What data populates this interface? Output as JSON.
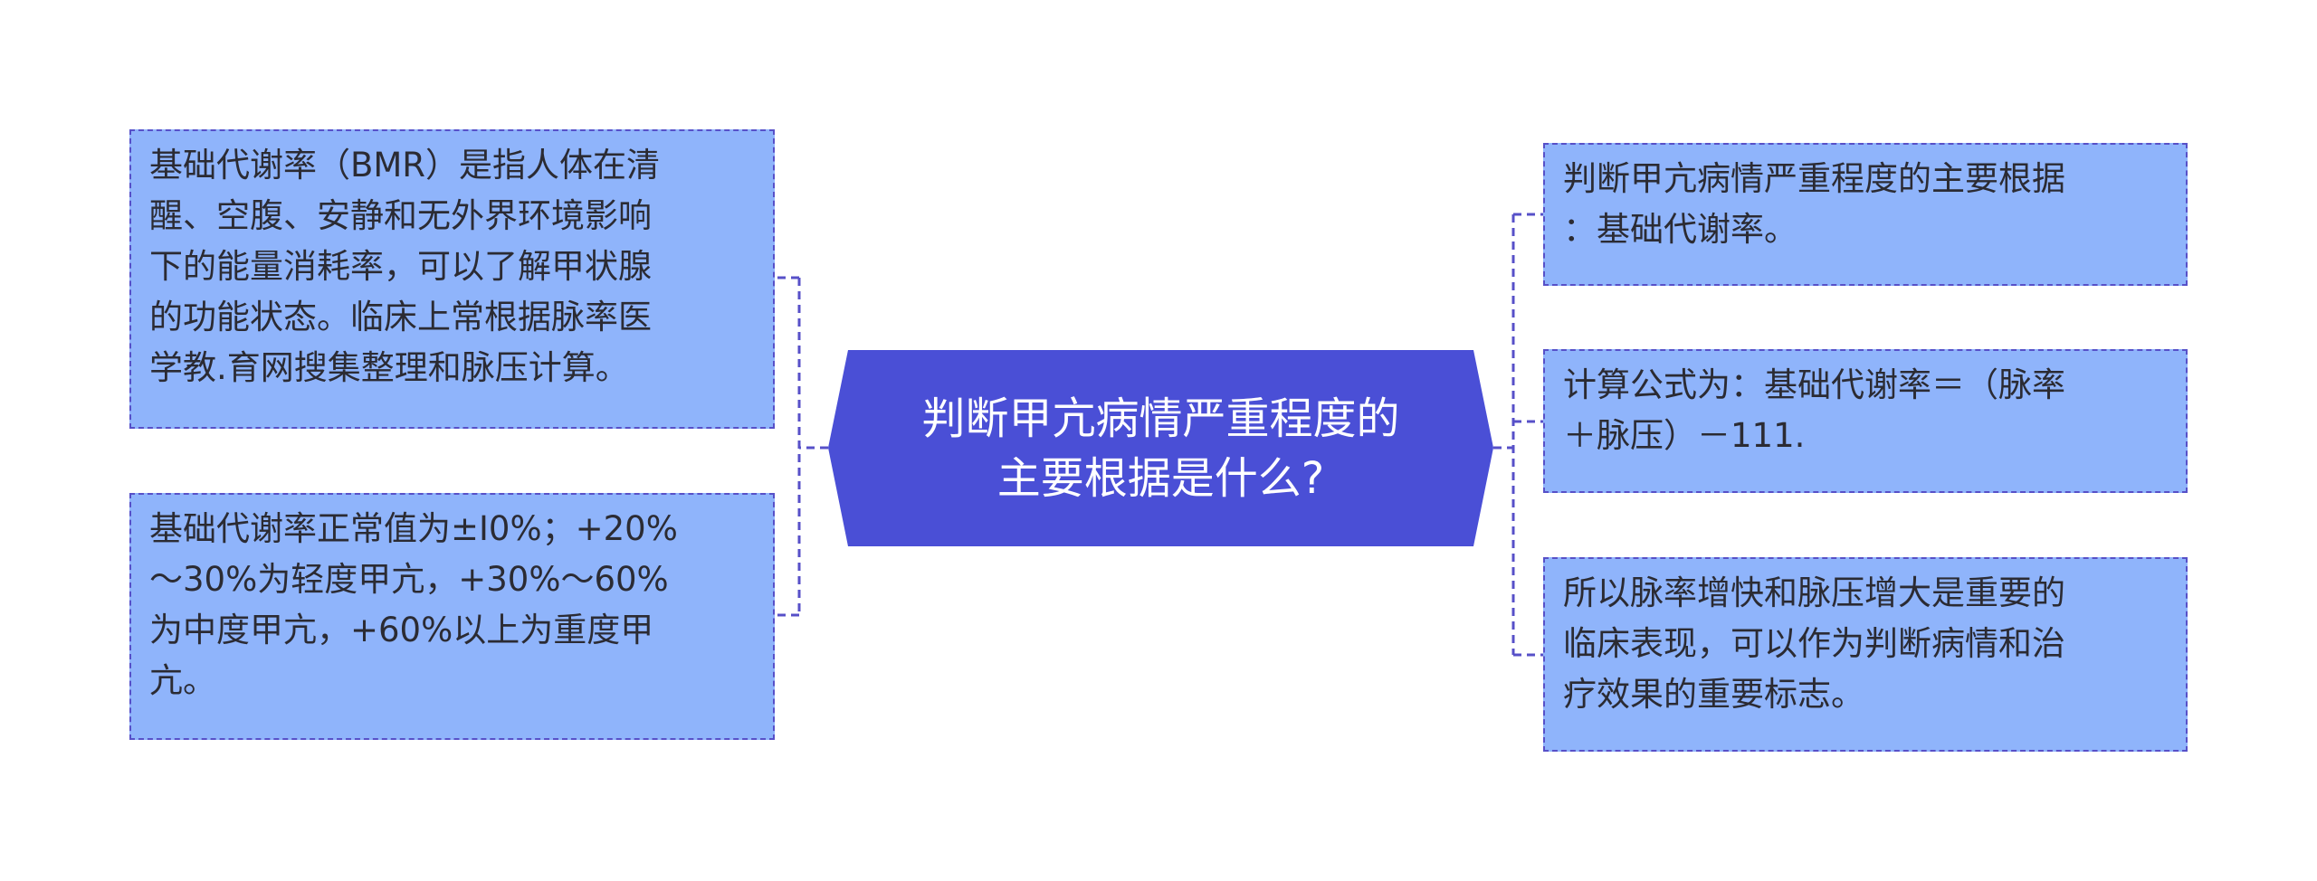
{
  "colors": {
    "center_fill": "#4a4fd6",
    "box_fill": "#8fb4fb",
    "box_border": "#5750c8",
    "connector": "#5750c8",
    "text": "#2b2b33",
    "center_text": "#ffffff"
  },
  "center": {
    "text": "判断甲亢病情严重程度的\n主要根据是什么?"
  },
  "left": [
    {
      "text": "基础代谢率（BMR）是指人体在清\n醒、空腹、安静和无外界环境影响\n下的能量消耗率，可以了解甲状腺\n的功能状态。临床上常根据脉率医\n学教.育网搜集整理和脉压计算。"
    },
    {
      "text": "基础代谢率正常值为±I0%；+20%\n～30%为轻度甲亢，+30%～60%\n为中度甲亢，+60%以上为重度甲\n亢。"
    }
  ],
  "right": [
    {
      "text": "判断甲亢病情严重程度的主要根据\n：基础代谢率。"
    },
    {
      "text": "计算公式为：基础代谢率＝（脉率\n＋脉压）－111."
    },
    {
      "text": "所以脉率增快和脉压增大是重要的\n临床表现，可以作为判断病情和治\n疗效果的重要标志。"
    }
  ]
}
